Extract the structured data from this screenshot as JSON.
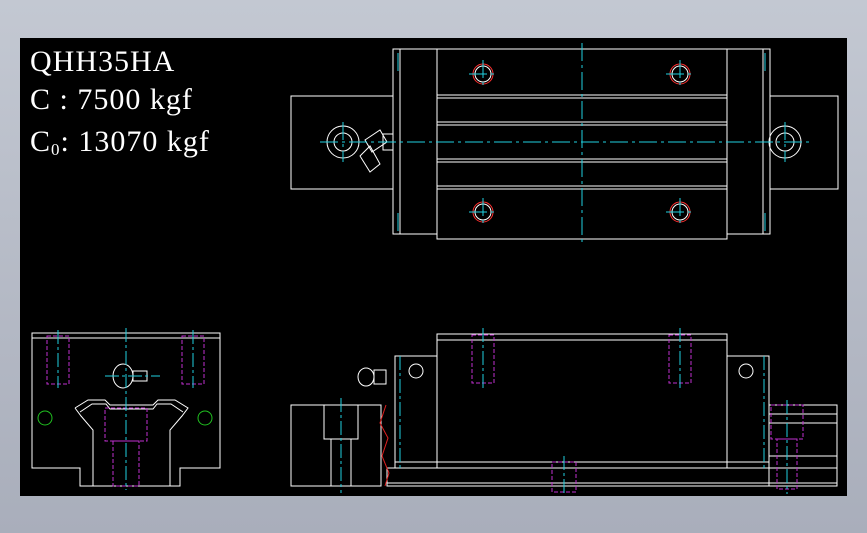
{
  "model": "QHH35HA",
  "dynamic_load": {
    "symbol": "C",
    "separator": " : ",
    "value": "7500 kgf"
  },
  "static_load": {
    "symbol": "C",
    "subscript": "0",
    "separator": ": ",
    "value": "13070 kgf"
  },
  "colors": {
    "outline": "#ffffff",
    "centerline": "#1fd1e0",
    "hidden": "#c030d0",
    "bolt_circle": "#ff3030",
    "section": "#e02020",
    "green_marker": "#20c020",
    "background": "#000000",
    "frame": "#b5bac5"
  }
}
